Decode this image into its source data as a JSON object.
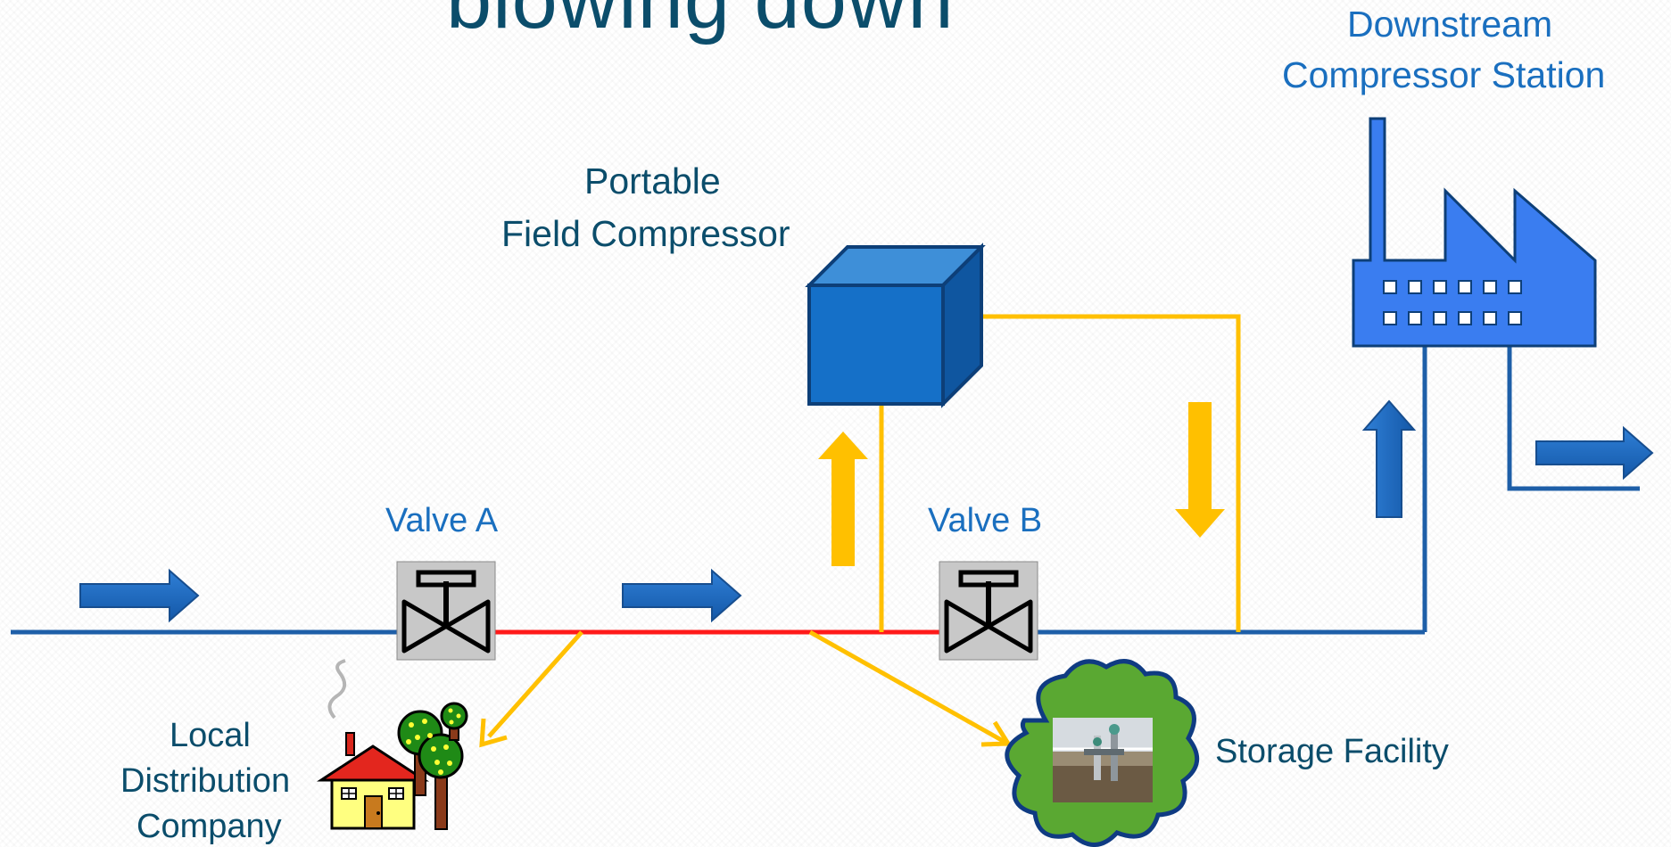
{
  "slide": {
    "title_fragment": "blowing down"
  },
  "labels": {
    "downstream_compressor": [
      "Downstream",
      "Compressor Station"
    ],
    "portable_compressor": [
      "Portable",
      "Field Compressor"
    ],
    "valve_a": "Valve A",
    "valve_b": "Valve B",
    "local_distribution": [
      "Local",
      "Distribution",
      "Company"
    ],
    "storage_facility": "Storage Facility"
  },
  "colors": {
    "pipeline": "#1e5fa8",
    "blowdown_segment": "#ff1a1a",
    "bypass_line": "#ffc000",
    "title": "#0b4d6b",
    "label_blue": "#1a6fbf",
    "label_dark": "#0b4d6b",
    "compressor_cube": "#1570c8",
    "station": "#3a7df0",
    "storage_cloud": "#5aa832"
  },
  "icons": [
    "flow-arrow-icon",
    "valve-icon",
    "cube-icon",
    "factory-icon",
    "house-icon",
    "tree-icon",
    "cloud-icon"
  ]
}
